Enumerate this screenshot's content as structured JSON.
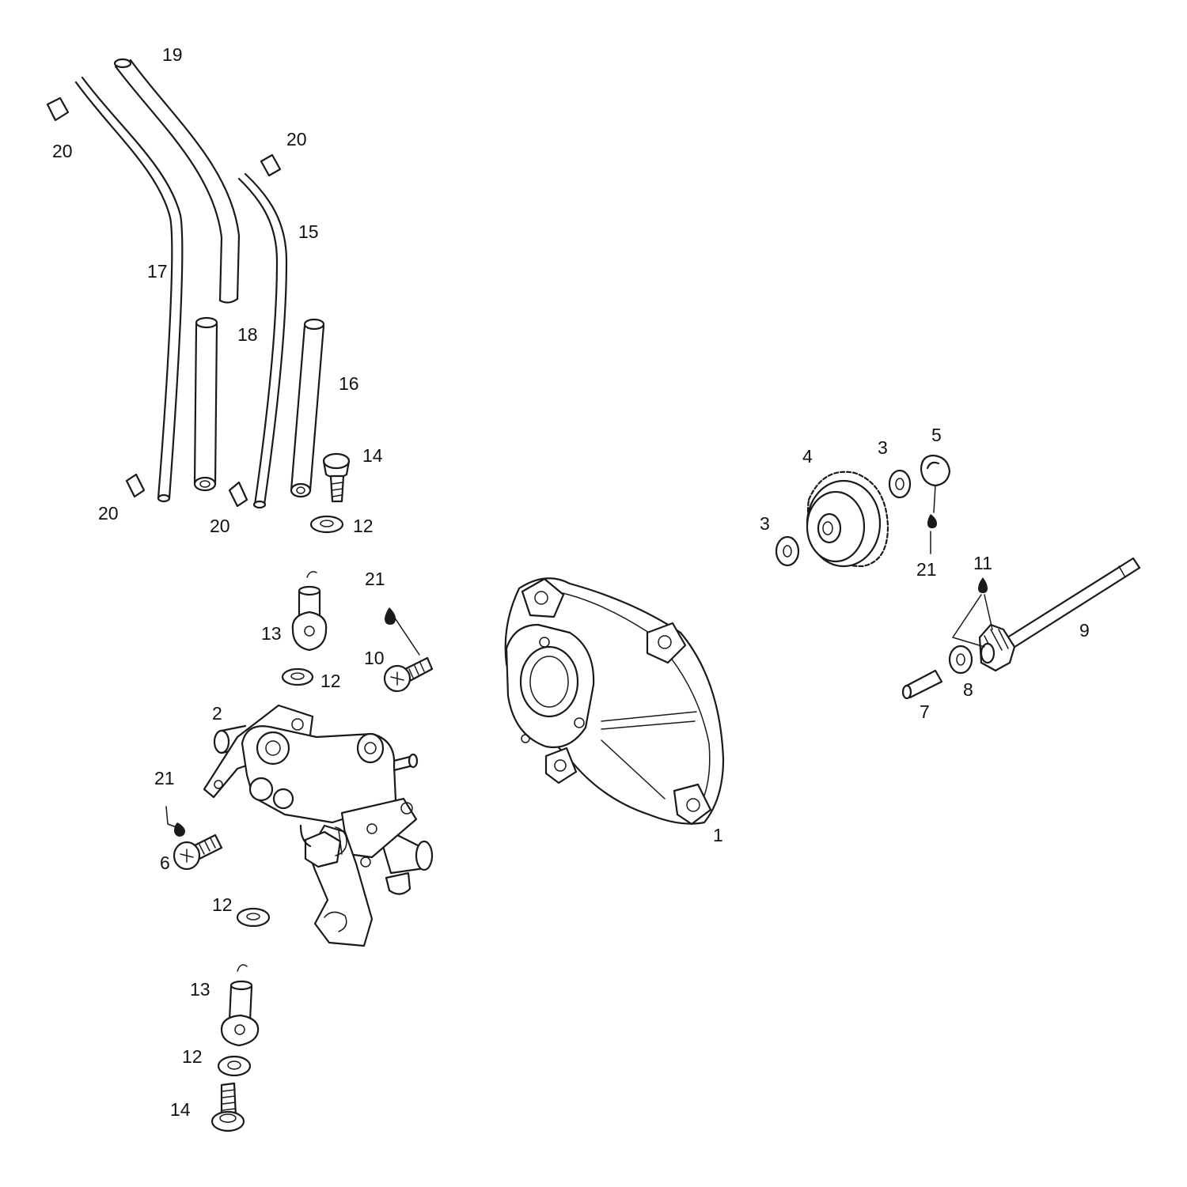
{
  "diagram": {
    "callouts": {
      "c1": "1",
      "c2": "2",
      "c3a": "3",
      "c3b": "3",
      "c4": "4",
      "c5": "5",
      "c6": "6",
      "c7": "7",
      "c8": "8",
      "c9": "9",
      "c10": "10",
      "c11": "11",
      "c12a": "12",
      "c12b": "12",
      "c12c": "12",
      "c12d": "12",
      "c13a": "13",
      "c13b": "13",
      "c14a": "14",
      "c14b": "14",
      "c15": "15",
      "c16": "16",
      "c17": "17",
      "c18": "18",
      "c19": "19",
      "c20a": "20",
      "c20b": "20",
      "c20c": "20",
      "c20d": "20",
      "c21a": "21",
      "c21b": "21",
      "c21c": "21"
    }
  }
}
